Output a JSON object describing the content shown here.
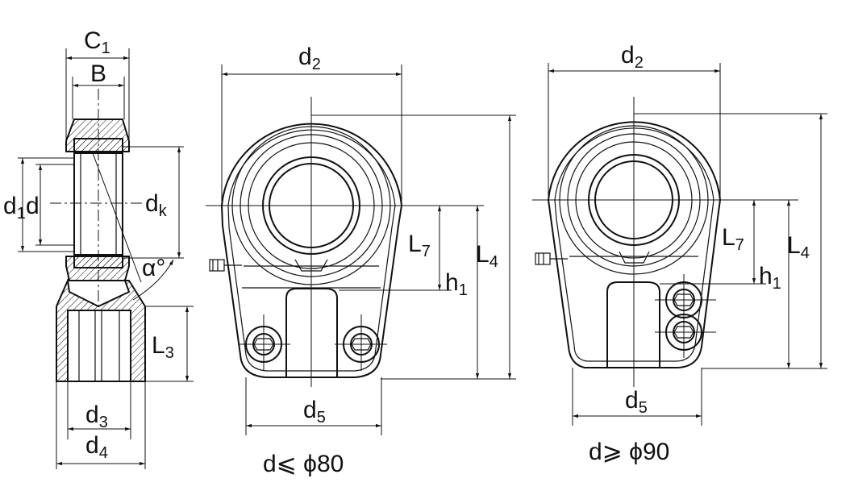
{
  "side_view": {
    "c1": {
      "main": "C",
      "sub": "1"
    },
    "b": "B",
    "d1": {
      "main": "d",
      "sub": "1"
    },
    "d": "d",
    "dk": {
      "main": "d",
      "sub": "k"
    },
    "alpha": "α°",
    "l3": {
      "main": "L",
      "sub": "3"
    },
    "d3": {
      "main": "d",
      "sub": "3"
    },
    "d4": {
      "main": "d",
      "sub": "4"
    }
  },
  "view_small": {
    "d2": {
      "main": "d",
      "sub": "2"
    },
    "l7": {
      "main": "L",
      "sub": "7"
    },
    "l4": {
      "main": "L",
      "sub": "4"
    },
    "h1": {
      "main": "h",
      "sub": "1"
    },
    "d5": {
      "main": "d",
      "sub": "5"
    },
    "caption": "d⩽ ϕ80"
  },
  "view_large": {
    "d2": {
      "main": "d",
      "sub": "2"
    },
    "l7": {
      "main": "L",
      "sub": "7"
    },
    "l4": {
      "main": "L",
      "sub": "4"
    },
    "h1": {
      "main": "h",
      "sub": "1"
    },
    "d5": {
      "main": "d",
      "sub": "5"
    },
    "caption": "d⩾ ϕ90"
  }
}
